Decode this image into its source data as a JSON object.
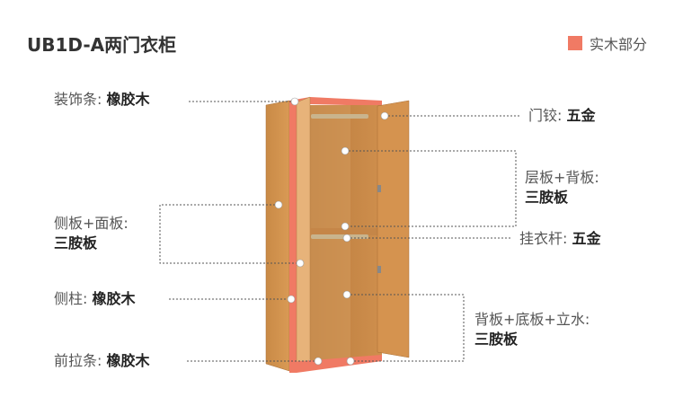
{
  "title": "UB1D-A两门衣柜",
  "legend": {
    "label": "实木部分",
    "color": "#f07a64"
  },
  "labels": {
    "trim": {
      "key": "装饰条:",
      "value": "橡胶木"
    },
    "side_panel": {
      "key": "侧板+面板:",
      "value": "三胺板"
    },
    "post": {
      "key": "侧柱:",
      "value": "橡胶木"
    },
    "front_strip": {
      "key": "前拉条:",
      "value": "橡胶木"
    },
    "hinge": {
      "key": "门铰:",
      "value": "五金"
    },
    "shelf_back": {
      "key": "层板+背板:",
      "value": "三胺板"
    },
    "rail": {
      "key": "挂衣杆:",
      "value": "五金"
    },
    "back_bottom": {
      "key": "背板+底板+立水:",
      "value": "三胺板"
    }
  }
}
